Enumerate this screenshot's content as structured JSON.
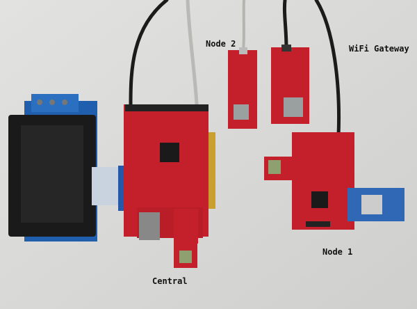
{
  "labels": {
    "node2": "Node 2",
    "wifi_gateway": "WiFi Gateway",
    "central": "Central",
    "node1": "Node 1"
  },
  "colors": {
    "background": "#d9d9d7",
    "board_red": "#c4202c",
    "display_blue": "#1f5fae",
    "screen_black": "#1a1a1a"
  }
}
